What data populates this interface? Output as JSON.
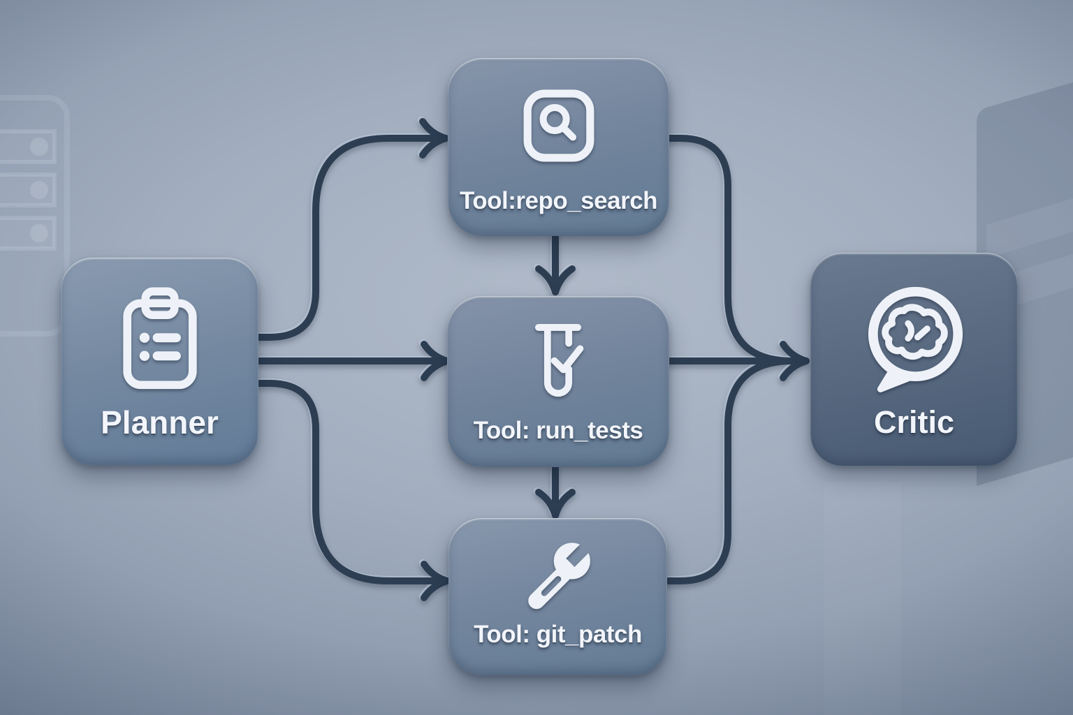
{
  "diagram": {
    "type": "flowchart",
    "description": "Agent pipeline flow diagram",
    "nodes": {
      "planner": {
        "label": "Planner",
        "icon": "clipboard-checklist-icon"
      },
      "repo_search": {
        "label": "Tool:repo_search",
        "icon": "magnifier-square-icon"
      },
      "run_tests": {
        "label": "Tool: run_tests",
        "icon": "test-tube-check-icon"
      },
      "git_patch": {
        "label": "Tool: git_patch",
        "icon": "wrench-icon"
      },
      "critic": {
        "label": "Critic",
        "icon": "brain-speech-bubble-icon"
      }
    },
    "edges": [
      {
        "from": "planner",
        "to": "repo_search"
      },
      {
        "from": "planner",
        "to": "run_tests"
      },
      {
        "from": "planner",
        "to": "git_patch"
      },
      {
        "from": "repo_search",
        "to": "run_tests"
      },
      {
        "from": "run_tests",
        "to": "git_patch"
      },
      {
        "from": "repo_search",
        "to": "critic"
      },
      {
        "from": "run_tests",
        "to": "critic"
      },
      {
        "from": "git_patch",
        "to": "critic"
      }
    ],
    "colors": {
      "background_center": "#b0bac9",
      "background_edge": "#59687f",
      "node_fill_top": "#8a9bb0",
      "node_fill_bottom": "#627b97",
      "critic_fill_top": "#6a7a90",
      "critic_fill_bottom": "#475a71",
      "connector": "#2d3e53",
      "connector_highlight": "#bfccdd",
      "icon_and_text": "#eef2f8"
    }
  }
}
